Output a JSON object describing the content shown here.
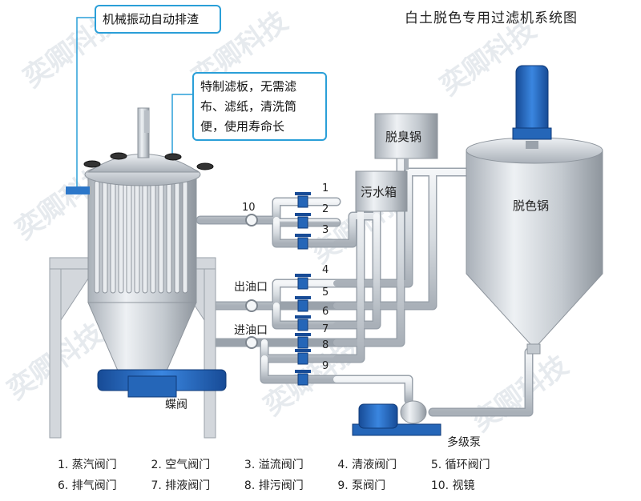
{
  "title": "白土脱色专用过滤机系统图",
  "callouts": {
    "vibration": "机械振动自动排渣",
    "plate": [
      "特制滤板，无需滤",
      "布、滤纸，清洗筒",
      "便，使用寿命长"
    ]
  },
  "equipment": {
    "deodorizer": "脱臭锅",
    "sewage_tank": "污水箱",
    "bleaching_tank": "脱色锅",
    "pump": "多级泵",
    "butterfly_valve": "蝶阀"
  },
  "ports": {
    "oil_out": "出油口",
    "oil_in": "进油口",
    "sight_glass_no": "10"
  },
  "valve_numbers": [
    "1",
    "2",
    "3",
    "4",
    "5",
    "6",
    "7",
    "8",
    "9"
  ],
  "legend_row1": [
    "1. 蒸汽阀门",
    "2. 空气阀门",
    "3. 溢流阀门",
    "4. 清液阀门",
    "5. 循环阀门"
  ],
  "legend_row2": [
    "6. 排气阀门",
    "7. 排液阀门",
    "8. 排污阀门",
    "9. 泵阀门",
    "10. 视镜"
  ],
  "watermark": "奕卿科技",
  "colors": {
    "accent": "#2a9fd8",
    "pipe": "#d7dce2",
    "vessel": "#c9ced4",
    "motor": "#1f5fb8",
    "frame": "#cfd3d8"
  }
}
